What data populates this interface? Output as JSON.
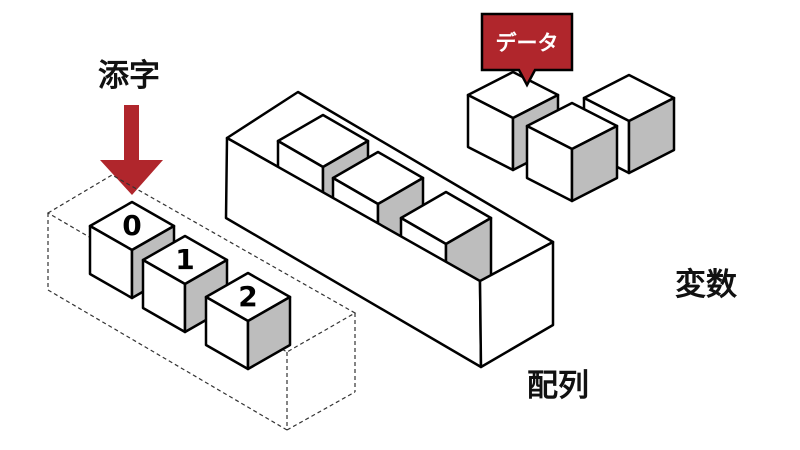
{
  "labels": {
    "index": "添字",
    "array": "配列",
    "variable": "変数",
    "data_tag": "データ"
  },
  "index_cubes": [
    "0",
    "1",
    "2"
  ],
  "colors": {
    "accent": "#b0262c",
    "cube_side": "#bdbdbd",
    "cube_face": "#ffffff",
    "line": "#000000"
  }
}
